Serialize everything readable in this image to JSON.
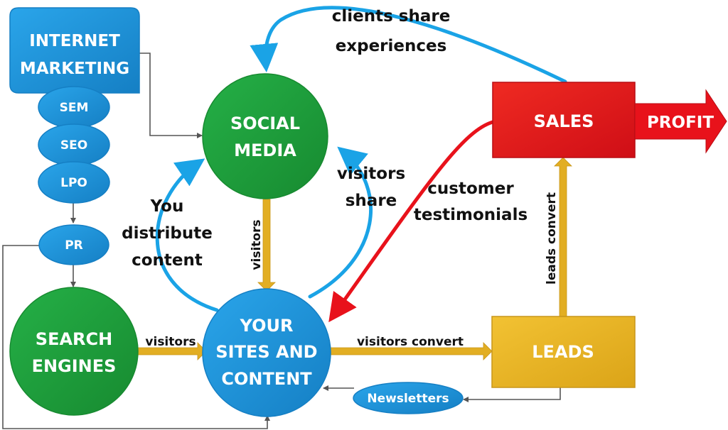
{
  "colors": {
    "internet_marketing": "#1aa3e6",
    "small_node": "#1aa3e6",
    "circle_green": "#1f9e3b",
    "circle_blue": "#1e90d8",
    "sales": "#e8121b",
    "leads": "#eab51f",
    "blue_arrow": "#1aa3e6",
    "gold_arrow": "#e2ae23",
    "red_arrow": "#e8121b",
    "gray_line": "#555555"
  },
  "nodes": {
    "internet_marketing": [
      "INTERNET",
      "MARKETING"
    ],
    "sem": "SEM",
    "seo": "SEO",
    "lpo": "LPO",
    "pr": "PR",
    "social_media": [
      "SOCIAL",
      "MEDIA"
    ],
    "search_engines": [
      "SEARCH",
      "ENGINES"
    ],
    "your_sites": [
      "YOUR",
      "SITES AND",
      "CONTENT"
    ],
    "sales": "SALES",
    "profit": "PROFIT",
    "leads": "LEADS",
    "newsletters": "Newsletters"
  },
  "labels": {
    "clients_share": [
      "clients share",
      "experiences"
    ],
    "you_distribute": [
      "You",
      "distribute",
      "content"
    ],
    "visitors_share": [
      "visitors",
      "share"
    ],
    "customer_testimonials": [
      "customer",
      "testimonials"
    ],
    "visitors_vertical": "visitors",
    "visitors_horizontal": "visitors",
    "visitors_convert": "visitors convert",
    "leads_convert": "leads convert"
  }
}
